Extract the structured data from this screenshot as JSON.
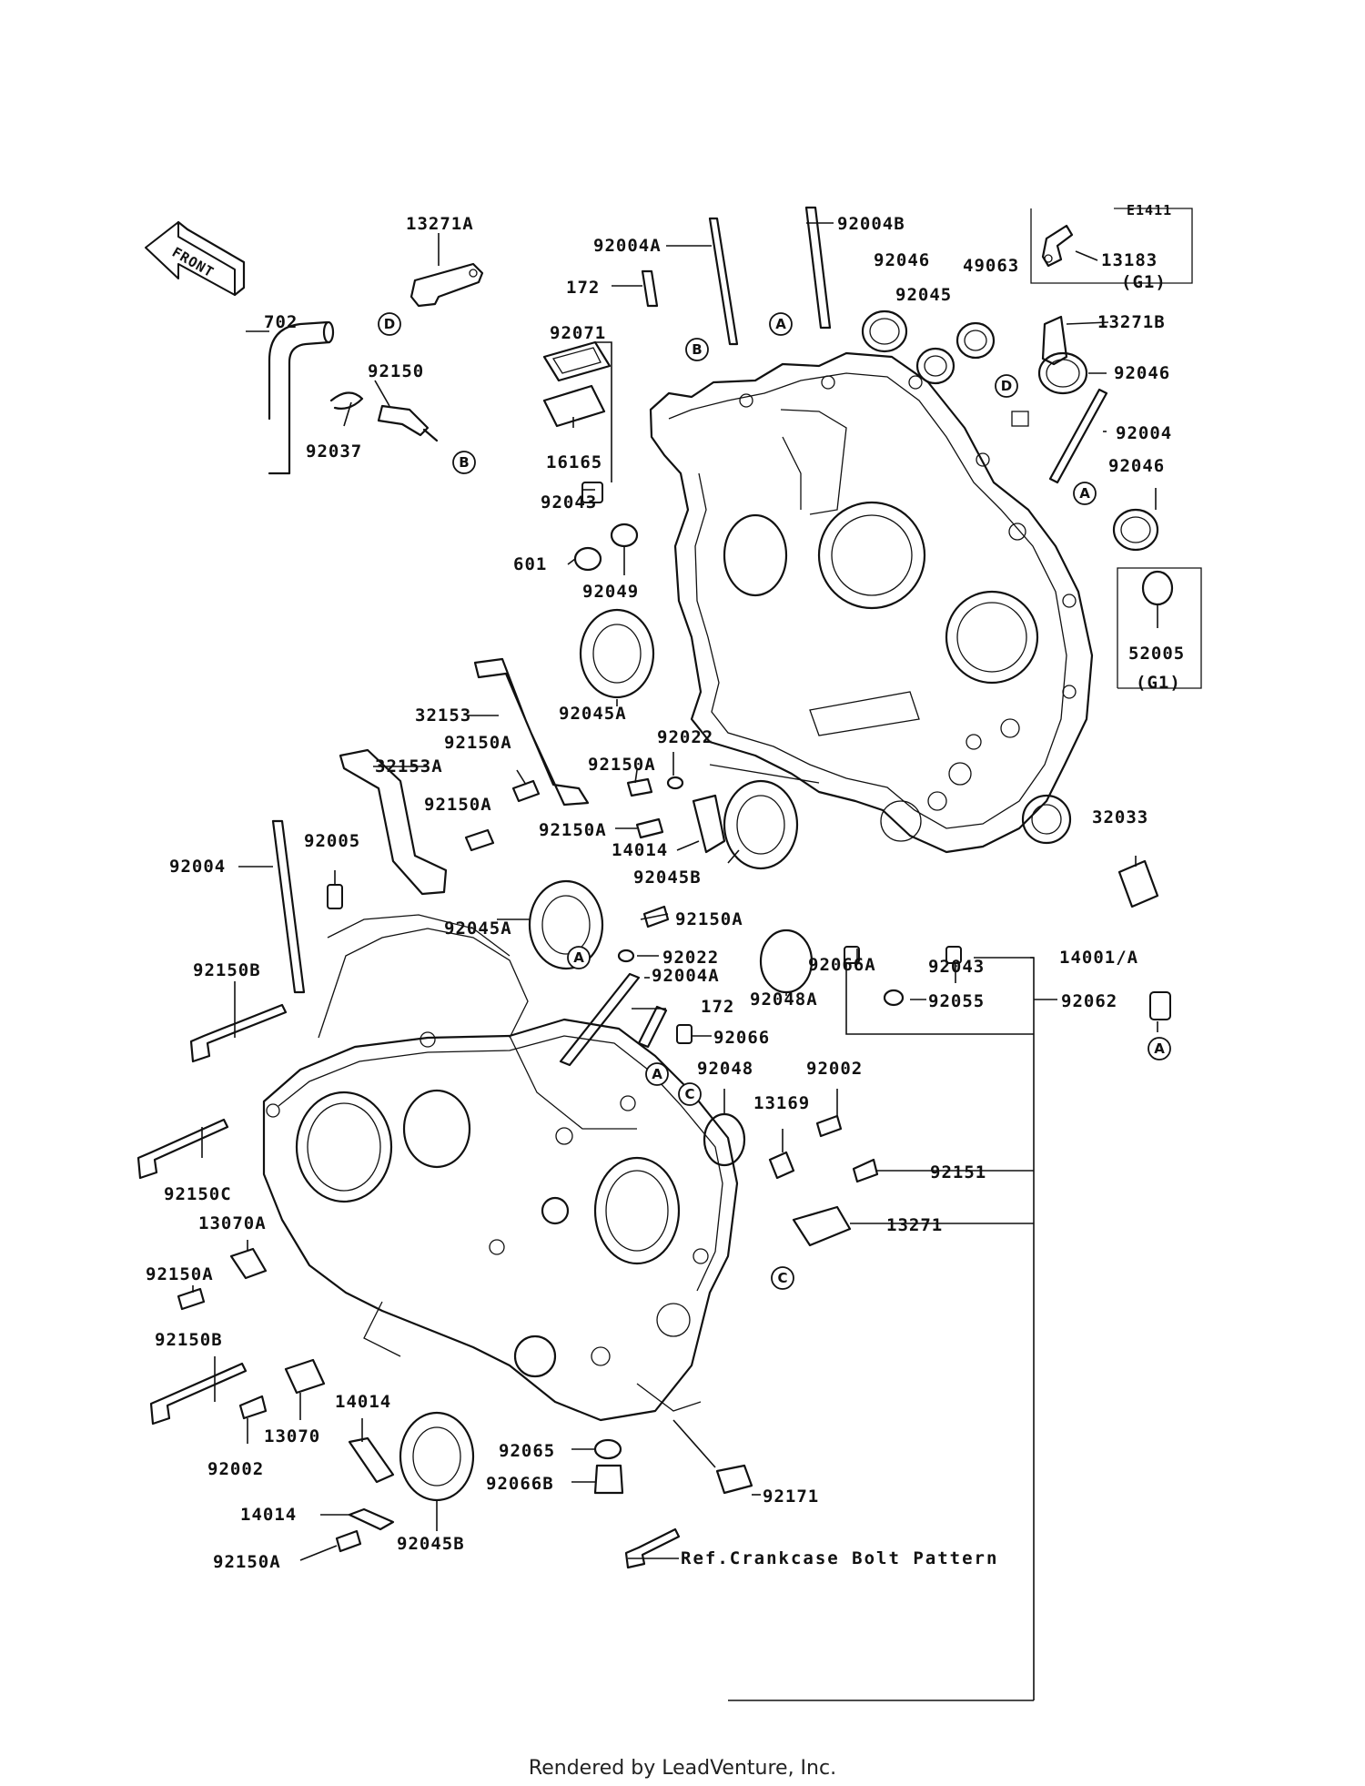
{
  "diagram": {
    "code": "E1411",
    "front_label": "FRONT",
    "ref_note": "Ref.Crankcase Bolt Pattern",
    "footer": "Rendered by LeadVenture, Inc.",
    "callouts": [
      "A",
      "B",
      "C",
      "D"
    ],
    "labels": {
      "p13271A": "13271A",
      "p702": "702",
      "p92150": "92150",
      "p92037": "92037",
      "p92004A_top": "92004A",
      "p92004B": "92004B",
      "p172_top": "172",
      "p92071": "92071",
      "p16165": "16165",
      "p92043_top": "92043",
      "p601": "601",
      "p92049": "92049",
      "p92046_a": "92046",
      "p49063": "49063",
      "p92045": "92045",
      "p13183": "13183",
      "p13183_note": "(G1)",
      "p13271B": "13271B",
      "p92046_b": "92046",
      "p92004_right": "92004",
      "p92046_c": "92046",
      "p52005": "52005",
      "p52005_note": "(G1)",
      "p92045A_top": "92045A",
      "p32153": "32153",
      "p92150A_1": "92150A",
      "p32153A": "32153A",
      "p92022_top": "92022",
      "p92150A_2": "92150A",
      "p92150A_3": "92150A",
      "p92150A_4": "92150A",
      "p14014_mid": "14014",
      "p92045B_mid": "92045B",
      "p32033": "32033",
      "p92004_left": "92004",
      "p92005": "92005",
      "p92045A_low": "92045A",
      "p92150A_5": "92150A",
      "p92022_low": "92022",
      "p92066A": "92066A",
      "p92043_low": "92043",
      "p14001A": "14001/A",
      "p92150B_top": "92150B",
      "p92004A_low": "92004A",
      "p172_low": "172",
      "p92048A": "92048A",
      "p92055": "92055",
      "p92062": "92062",
      "p92066": "92066",
      "p92048": "92048",
      "p92002_right": "92002",
      "p13169": "13169",
      "p92150C": "92150C",
      "p92151": "92151",
      "p13070A": "13070A",
      "p13271": "13271",
      "p92150A_6": "92150A",
      "p92150B_low": "92150B",
      "p14014_low": "14014",
      "p13070": "13070",
      "p92002_left": "92002",
      "p92065": "92065",
      "p92066B": "92066B",
      "p92171": "92171",
      "p14014_bot": "14014",
      "p92045B_low": "92045B",
      "p92150A_7": "92150A"
    }
  }
}
